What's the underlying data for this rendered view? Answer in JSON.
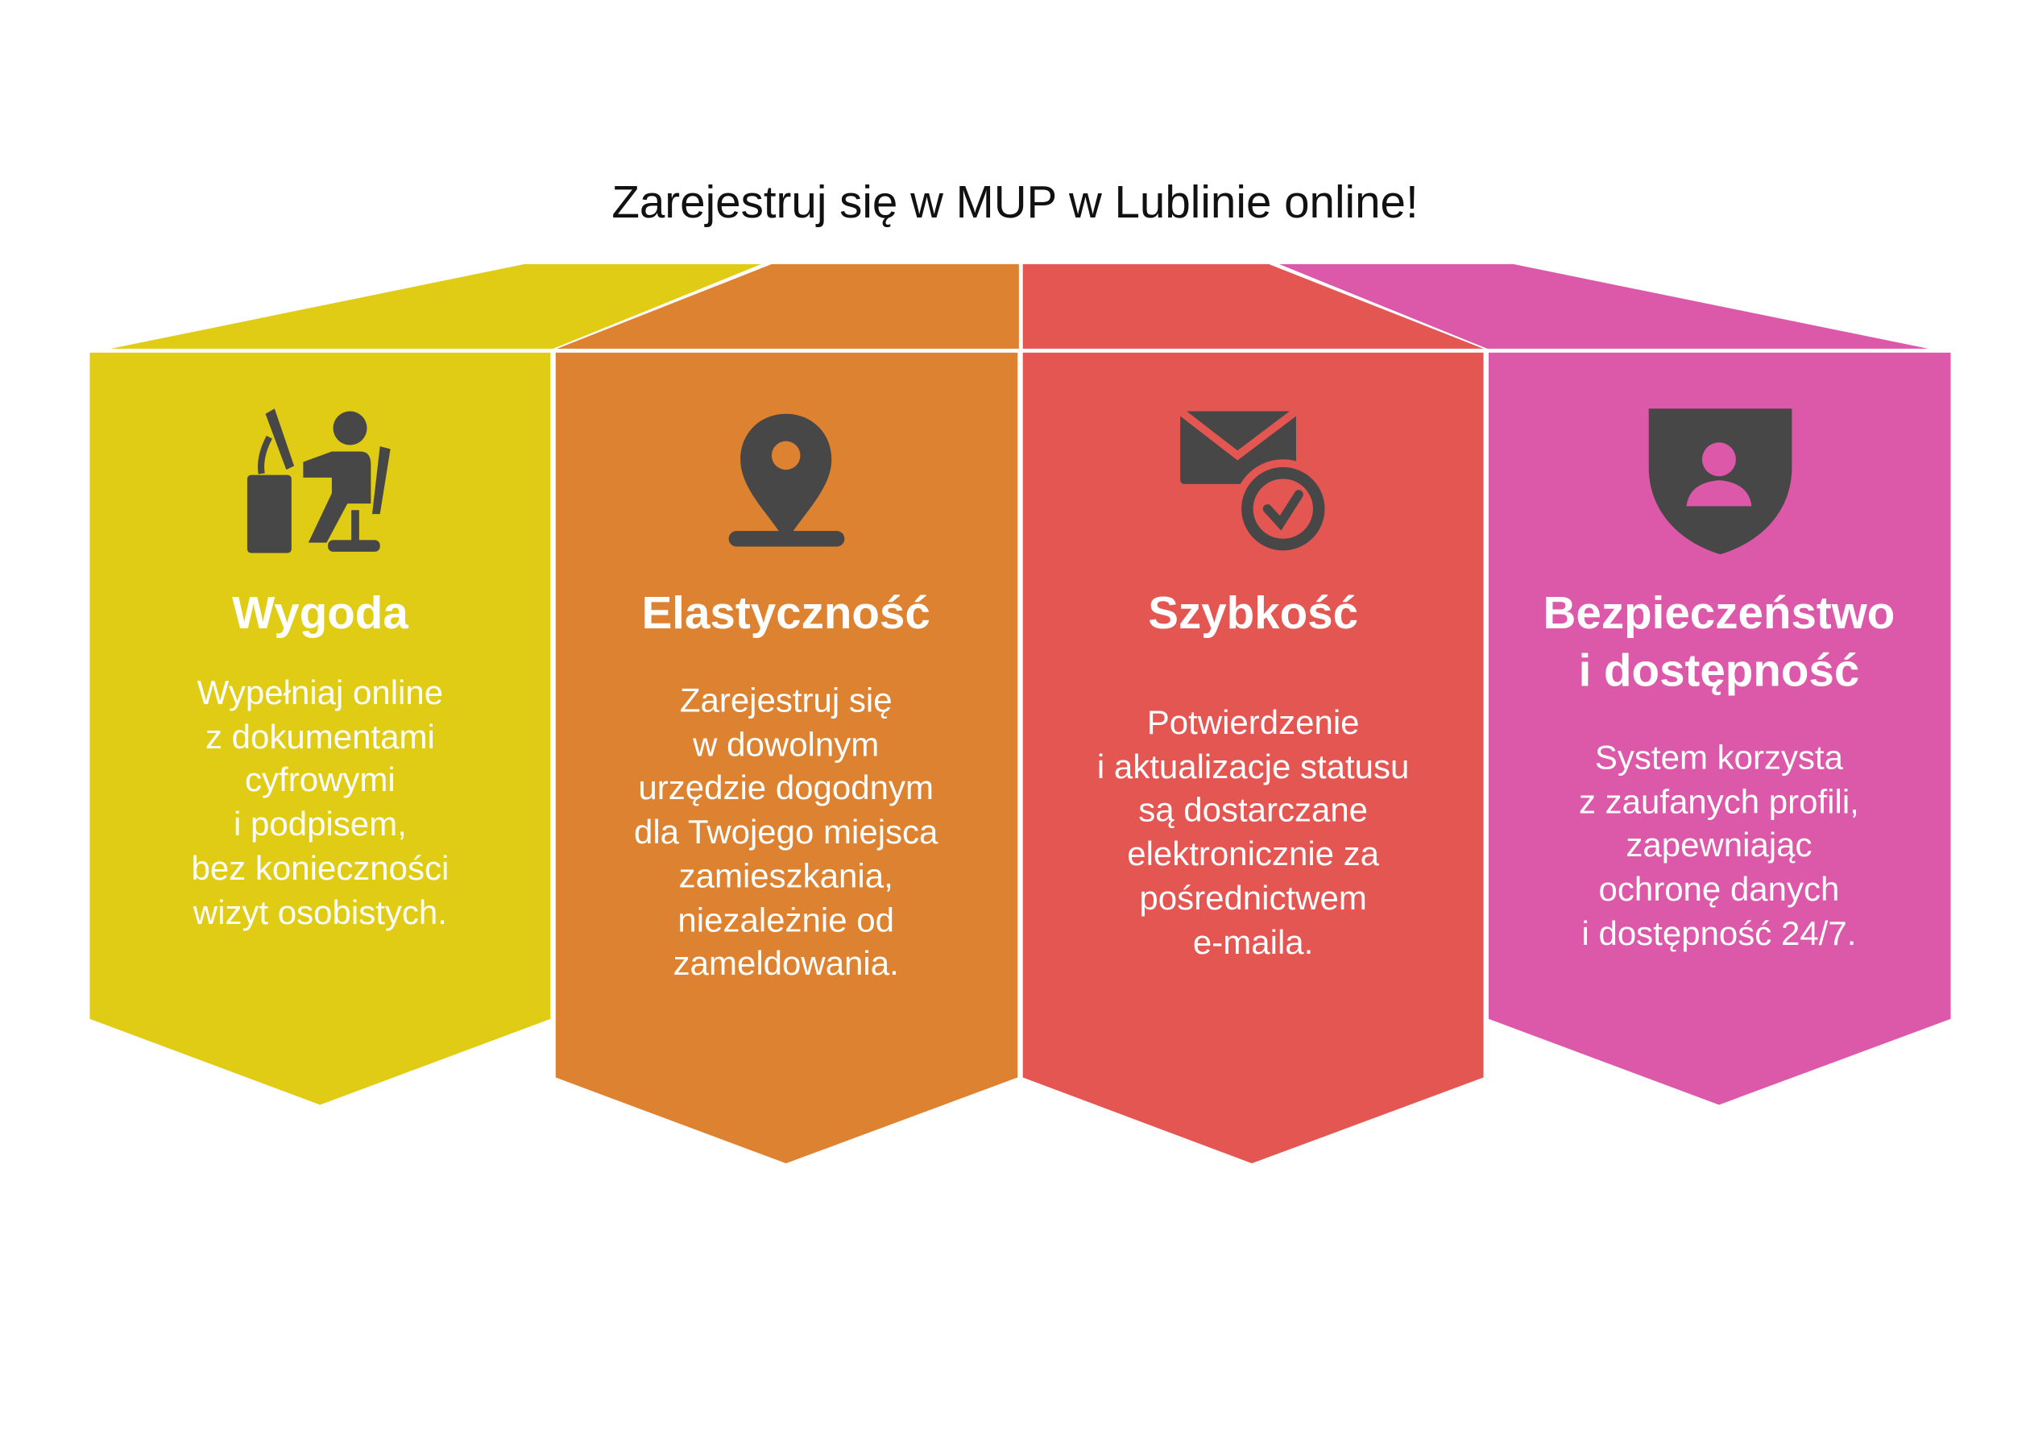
{
  "title": "Zarejestruj się w MUP w Lublinie online!",
  "colors": {
    "yellow": "#E0CB15",
    "orange": "#DD8231",
    "red": "#E45652",
    "pink": "#DC58A8",
    "icon": "#474747"
  },
  "columns": [
    {
      "icon": "person-at-computer-icon",
      "heading": "Wygoda",
      "text": "Wypełniaj online\n z dokumentami\ncyfrowymi\ni podpisem,\nbez konieczności\nwizyt osobistych."
    },
    {
      "icon": "location-pin-icon",
      "heading": "Elastyczność",
      "text": "Zarejestruj się\nw dowolnym\nurzędzie dogodnym\ndla Twojego miejsca\nzamieszkania,\nniezależnie od\nzameldowania."
    },
    {
      "icon": "mail-check-icon",
      "heading": "Szybkość",
      "text": "Potwierdzenie\ni aktualizacje statusu\nsą dostarczane\nelektronicznie za\npośrednictwem\ne-maila."
    },
    {
      "icon": "shield-user-icon",
      "heading": "Bezpieczeństwo\ni dostępność",
      "text": "System korzysta\nz zaufanych profili,\nzapewniając\nochronę danych\ni dostępność 24/7."
    }
  ]
}
